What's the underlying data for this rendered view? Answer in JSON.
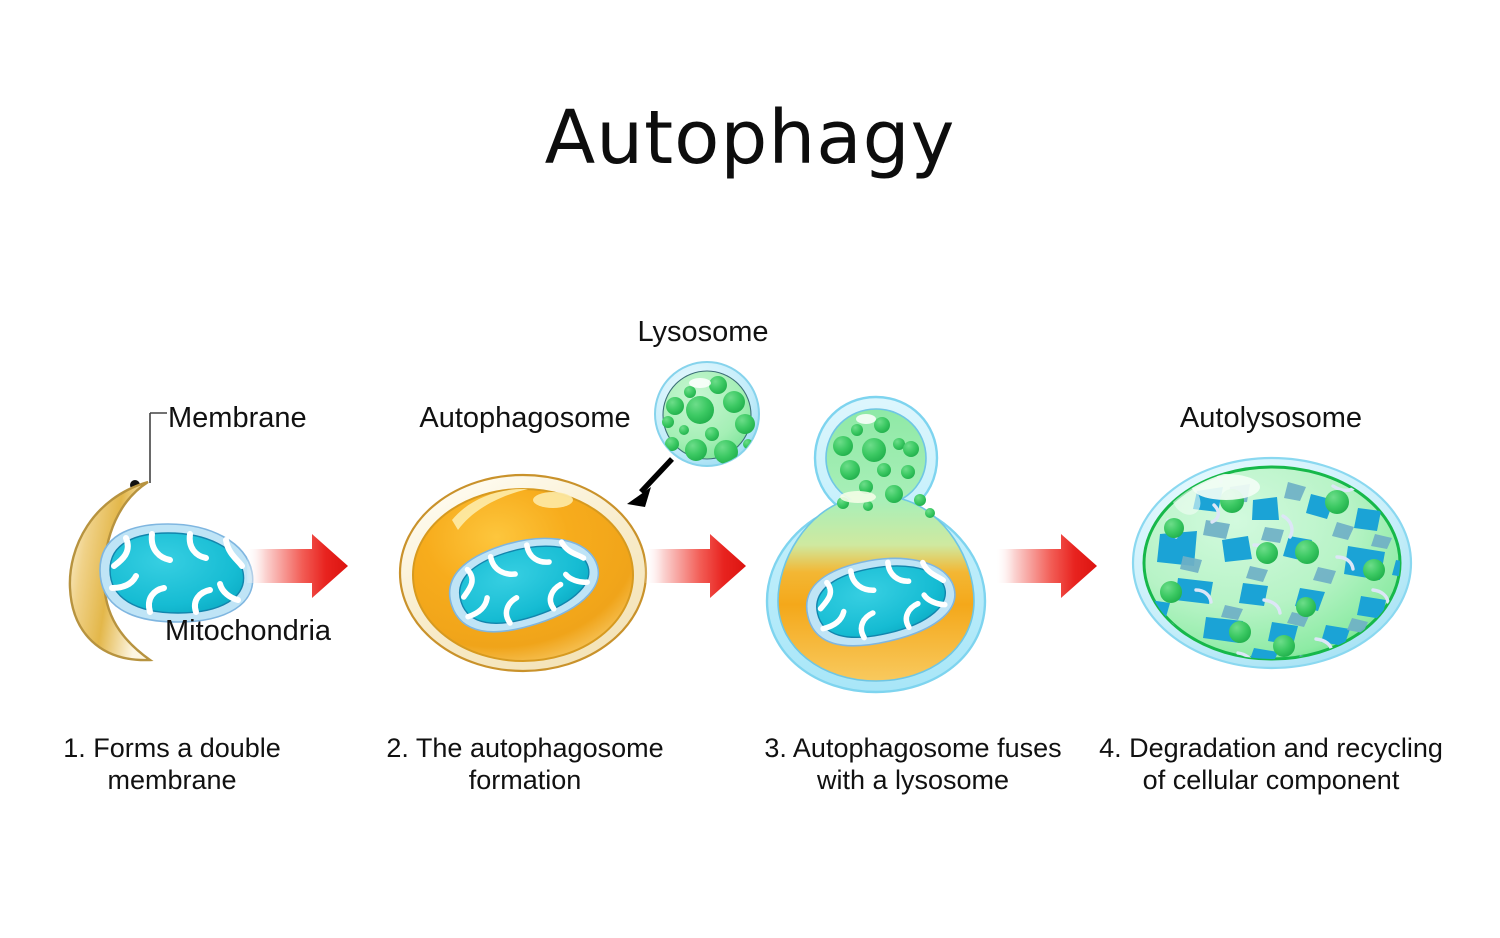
{
  "title": "Autophagy",
  "labels": {
    "membrane": "Membrane",
    "mitochondria": "Mitochondria",
    "autophagosome": "Autophagosome",
    "lysosome": "Lysosome",
    "autolysosome": "Autolysosome"
  },
  "captions": [
    {
      "line1": "1. Forms a double",
      "line2": "membrane"
    },
    {
      "line1": "2. The autophagosome",
      "line2": "formation"
    },
    {
      "line1": "3. Autophagosome fuses",
      "line2": "with a lysosome"
    },
    {
      "line1": "4. Degradation and recycling",
      "line2": "of cellular component"
    }
  ],
  "colors": {
    "background": "#ffffff",
    "text": "#111111",
    "arrow_red_light": "#fdecec",
    "arrow_red": "#e8231f",
    "arrow_black": "#000000",
    "membrane_outline": "#b28f3c",
    "membrane_gold": "#e8b73c",
    "membrane_cream": "#fdf4dc",
    "mito_body": "#18bcd4",
    "mito_matrix": "#bfe4f6",
    "mito_outline": "#2f7fd0",
    "mito_cristae": "#ffffff",
    "vesicle_gold_border": "#c9922b",
    "vesicle_cream_ring": "#fcf3d9",
    "vesicle_orange": "#f5a81c",
    "vesicle_orange_dark": "#e89312",
    "vesicle_highlight": "#fde9a8",
    "lyso_membrane": "#8fd8ef",
    "lyso_membrane_ring": "#d6f2fb",
    "lyso_interior": "#a9efb8",
    "lyso_granule": "#3ccb63",
    "lyso_granule_dark": "#22ab49",
    "auto_green_stroke": "#16b84a",
    "auto_interior": "#b4f2c2",
    "fragment_blue": "#1ba3d6",
    "fragment_blue_muted": "#6fb0c6",
    "fragment_pale": "#e7eefa"
  },
  "stages": [
    {
      "index": 1,
      "name": "double-membrane-formation"
    },
    {
      "index": 2,
      "name": "autophagosome-formation"
    },
    {
      "index": 3,
      "name": "fusion-with-lysosome"
    },
    {
      "index": 4,
      "name": "degradation-recycling"
    }
  ]
}
